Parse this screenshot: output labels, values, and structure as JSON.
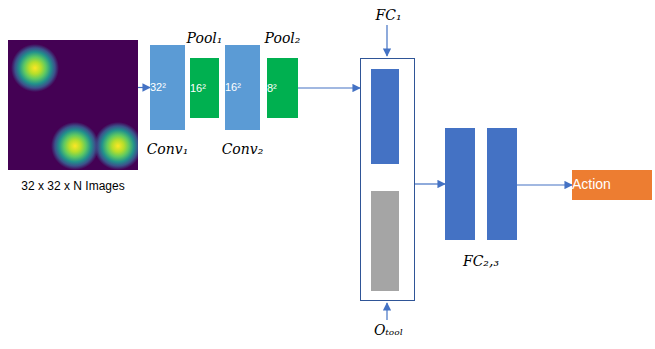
{
  "diagram": {
    "nodes": [
      {
        "text": [
          "32 x 32 x N Images"
        ]
      },
      {
        "text": [
          "32²",
          "Conv₁"
        ]
      },
      {
        "text": [
          "16²",
          "Pool₁"
        ]
      },
      {
        "text": [
          "16²",
          "Conv₂"
        ]
      },
      {
        "text": [
          "8²",
          "Pool₂"
        ]
      },
      {
        "text": [
          "FC₁",
          "Oₜₒₒₗ"
        ]
      },
      {
        "text": [
          "FC₂,₃"
        ]
      },
      {
        "text": [
          "Action"
        ]
      }
    ],
    "edges": [
      {
        "from": 0,
        "to": 1,
        "arrow": "to"
      },
      {
        "from": 4,
        "to": 5,
        "arrow": "to"
      },
      {
        "from": 5,
        "to": 6,
        "arrow": "to"
      },
      {
        "from": 6,
        "to": 7,
        "arrow": "to"
      }
    ]
  }
}
